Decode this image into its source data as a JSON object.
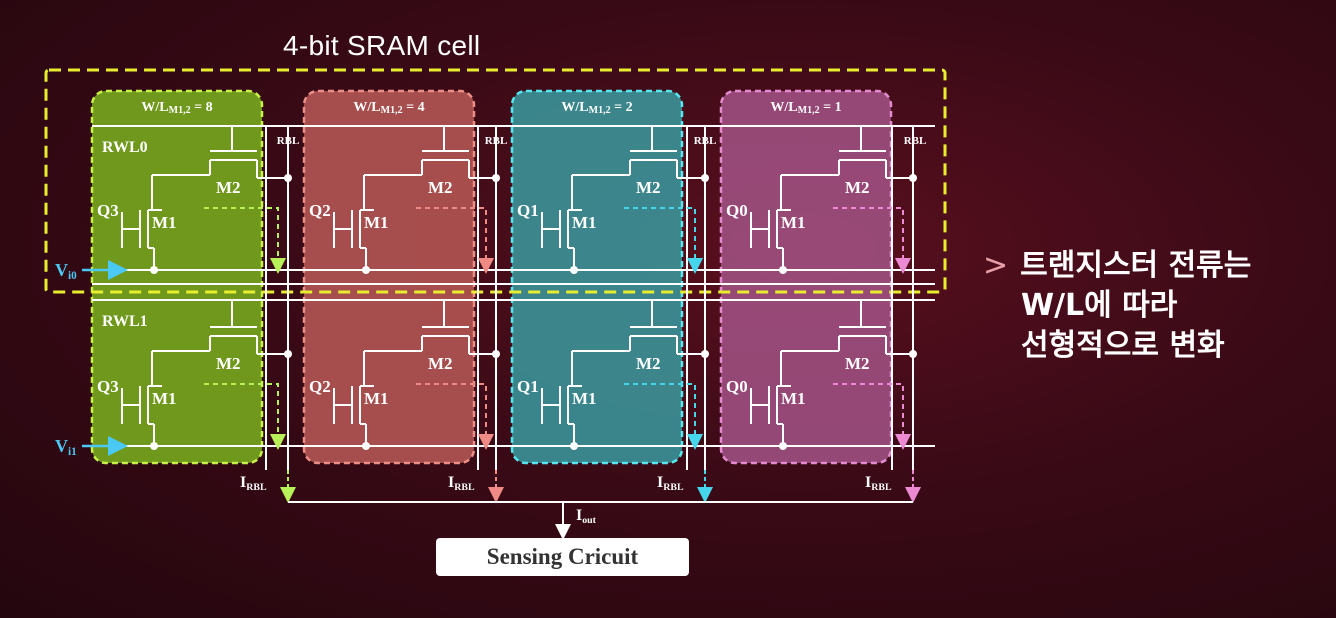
{
  "title": "4-bit SRAM cell",
  "cells": [
    {
      "wl_label": "W/L",
      "wl_sub": "M1,2",
      "wl_value": "= 8",
      "bit": "Q3",
      "color": "#7ab21e",
      "border": "#c6f24a",
      "arrow": "#b8f05a"
    },
    {
      "wl_label": "W/L",
      "wl_sub": "M1,2",
      "wl_value": "= 4",
      "bit": "Q2",
      "color": "#b85a57",
      "border": "#ec8e86",
      "arrow": "#f08a84"
    },
    {
      "wl_label": "W/L",
      "wl_sub": "M1,2",
      "wl_value": "= 2",
      "bit": "Q1",
      "color": "#3a9ba0",
      "border": "#56e6ef",
      "arrow": "#45d6ec"
    },
    {
      "wl_label": "W/L",
      "wl_sub": "M1,2",
      "wl_value": "= 1",
      "bit": "Q0",
      "color": "#a35386",
      "border": "#e48ad0",
      "arrow": "#ec8ad4"
    }
  ],
  "rows": [
    {
      "wordline": "RWL0",
      "vin": "V",
      "vin_sub": "i0"
    },
    {
      "wordline": "RWL1",
      "vin": "V",
      "vin_sub": "i1"
    }
  ],
  "labels": {
    "rbl": "RBL",
    "m1": "M1",
    "m2": "M2",
    "irbl": "I",
    "irbl_sub": "RBL",
    "iout": "I",
    "iout_sub": "out"
  },
  "sensing_block": "Sensing Cricuit",
  "bullet": {
    "marker": ">",
    "lines": [
      "트랜지스터 전류는",
      "W/L에 따라",
      "선형적으로 변화"
    ]
  },
  "colors": {
    "wire": "#ffffff",
    "vin_arrow": "#4cc8f4",
    "highlight_box": "#e8ee2e",
    "background": "#3a0a16"
  }
}
